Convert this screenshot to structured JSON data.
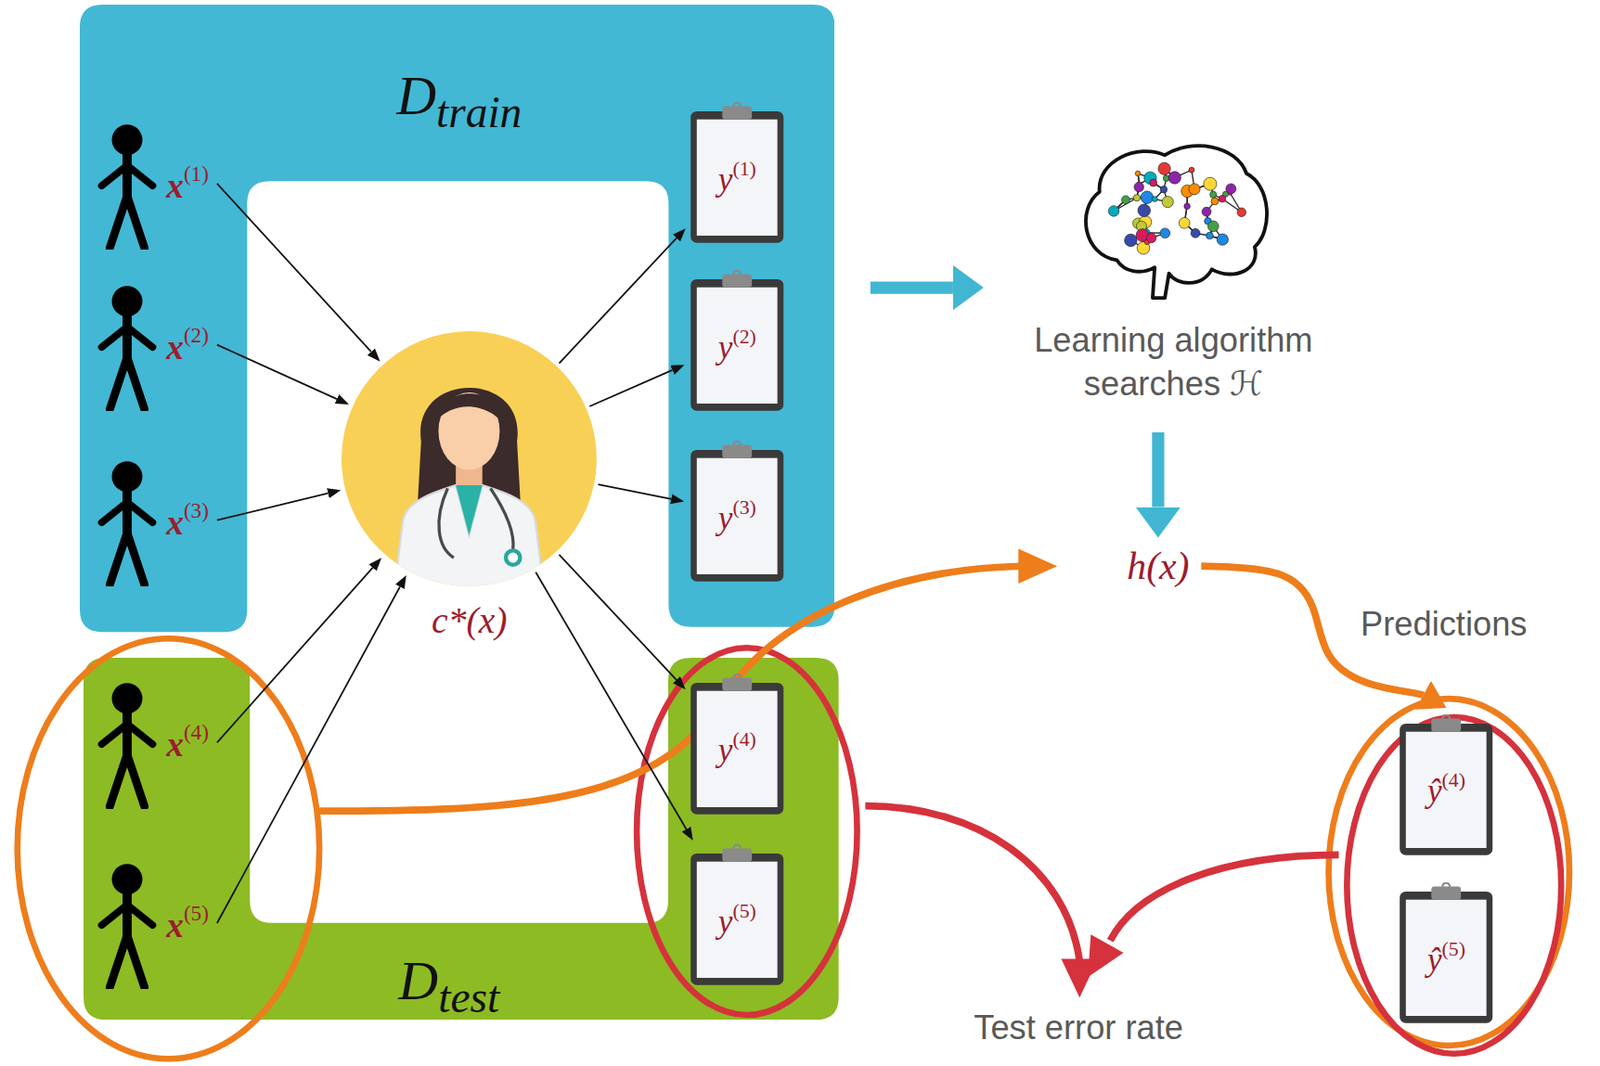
{
  "diagram": {
    "nodes": [
      {
        "text": [
          "Dtrain"
        ]
      },
      {
        "text": [
          "x(1)"
        ],
        "in": 0
      },
      {
        "text": [
          "x(2)"
        ],
        "in": 0
      },
      {
        "text": [
          "x(3)"
        ],
        "in": 0
      },
      {
        "text": [
          "y(1)"
        ],
        "in": 0
      },
      {
        "text": [
          "y(2)"
        ],
        "in": 0
      },
      {
        "text": [
          "y(3)"
        ],
        "in": 0
      },
      {
        "text": [
          "c*(x)"
        ]
      },
      {
        "text": [
          "Learning algorithm searches ℋ"
        ]
      },
      {
        "text": [
          "h(x)"
        ]
      },
      {
        "text": [
          "Dtest"
        ]
      },
      {
        "text": [
          "x(4)"
        ],
        "in": 10
      },
      {
        "text": [
          "x(5)"
        ],
        "in": 10
      },
      {
        "text": [
          "y(4)"
        ],
        "in": 10
      },
      {
        "text": [
          "y(5)"
        ],
        "in": 10
      },
      {
        "text": [
          "ŷ(4)"
        ]
      },
      {
        "text": [
          "ŷ(5)"
        ]
      }
    ],
    "edges": [
      {
        "from": 1,
        "to": 7,
        "arrow": "to"
      },
      {
        "from": 2,
        "to": 7,
        "arrow": "to"
      },
      {
        "from": 3,
        "to": 7,
        "arrow": "to"
      },
      {
        "from": 11,
        "to": 7,
        "arrow": "to"
      },
      {
        "from": 12,
        "to": 7,
        "arrow": "to"
      },
      {
        "from": 7,
        "to": 4,
        "arrow": "to"
      },
      {
        "from": 7,
        "to": 5,
        "arrow": "to"
      },
      {
        "from": 7,
        "to": 6,
        "arrow": "to"
      },
      {
        "from": 7,
        "to": 13,
        "arrow": "to"
      },
      {
        "from": 7,
        "to": 14,
        "arrow": "to"
      },
      {
        "from": 0,
        "to": 8,
        "arrow": "to"
      },
      {
        "from": 8,
        "to": 9,
        "arrow": "to"
      },
      {
        "from": 9,
        "to": 15,
        "label": "Predictions",
        "arrow": "to"
      }
    ],
    "labels": [
      "Test error rate"
    ]
  }
}
